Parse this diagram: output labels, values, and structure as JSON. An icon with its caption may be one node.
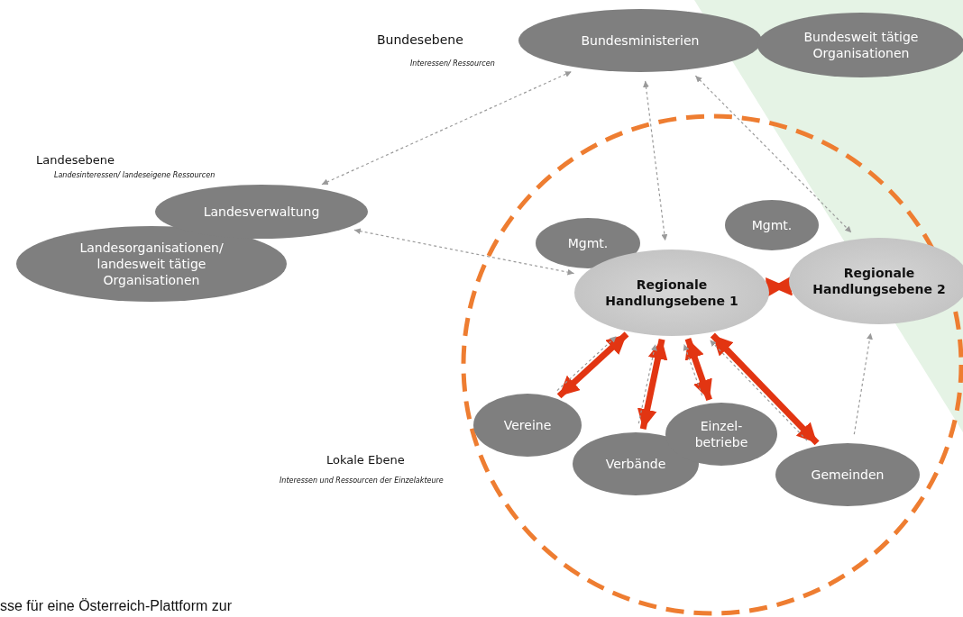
{
  "diagram": {
    "nodes": [
      {
        "text": [
          "Bundesministerien"
        ]
      },
      {
        "text": [
          "Bundesweit tätige Organisationen"
        ]
      },
      {
        "text": [
          "Landesverwaltung"
        ]
      },
      {
        "text": [
          "Landesorganisationen/ landesweit tätige Organisationen"
        ]
      },
      {
        "text": [
          "Mgmt."
        ]
      },
      {
        "text": [
          "Mgmt."
        ]
      },
      {
        "text": [
          "Regionale Handlungsebene 1"
        ]
      },
      {
        "text": [
          "Regionale Handlungsebene 2"
        ]
      },
      {
        "text": [
          "Vereine"
        ]
      },
      {
        "text": [
          "Verbände"
        ]
      },
      {
        "text": [
          "Einzel- betriebe"
        ]
      },
      {
        "text": [
          "Gemeinden"
        ]
      }
    ],
    "edges": [
      {
        "from": 2,
        "to": 0,
        "arrow": "both",
        "style": "dashed"
      },
      {
        "from": 2,
        "to": 6,
        "arrow": "both",
        "style": "dashed"
      },
      {
        "from": 0,
        "to": 7,
        "arrow": "both",
        "style": "dashed"
      },
      {
        "from": 0,
        "to": 6,
        "arrow": "both",
        "style": "dashed"
      },
      {
        "from": 6,
        "to": 7,
        "arrow": "both",
        "style": "thick",
        "color": "#e23512"
      },
      {
        "from": 6,
        "to": 8,
        "arrow": "both",
        "style": "thick",
        "color": "#e23512"
      },
      {
        "from": 6,
        "to": 9,
        "arrow": "both",
        "style": "thick",
        "color": "#e23512"
      },
      {
        "from": 6,
        "to": 10,
        "arrow": "both",
        "style": "thick",
        "color": "#e23512"
      },
      {
        "from": 6,
        "to": 11,
        "arrow": "both",
        "style": "thick",
        "color": "#e23512"
      },
      {
        "from": 8,
        "to": 6,
        "arrow": "to",
        "style": "dashed"
      },
      {
        "from": 9,
        "to": 6,
        "arrow": "to",
        "style": "dashed"
      },
      {
        "from": 10,
        "to": 6,
        "arrow": "to",
        "style": "dashed"
      },
      {
        "from": 11,
        "to": 6,
        "arrow": "to",
        "style": "dashed"
      },
      {
        "from": 11,
        "to": 7,
        "arrow": "to",
        "style": "dashed"
      }
    ],
    "labels": [
      "Bundesebene",
      "Interessen/ Ressourcen",
      "Landesebene",
      "Landesinteressen/ landeseigene Ressourcen",
      "Lokale Ebene",
      "Interessen und Ressourcen der Einzelakteure",
      "sse für eine Österreich-Plattform zur"
    ]
  }
}
